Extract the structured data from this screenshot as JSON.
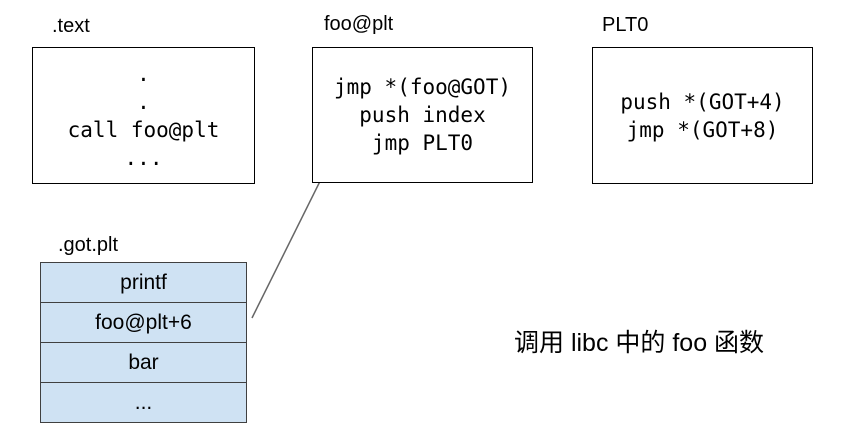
{
  "colors": {
    "background": "#ffffff",
    "box_border": "#000000",
    "table_border": "#404040",
    "table_fill": "#cfe2f3",
    "arrow": "#666666",
    "text": "#000000"
  },
  "sections": {
    "text_section": {
      "label": ".text",
      "lines": [
        ".",
        ".",
        "call foo@plt",
        "..."
      ]
    },
    "foo_plt": {
      "label": "foo@plt",
      "lines": [
        "jmp *(foo@GOT)",
        "push index",
        "jmp PLT0"
      ]
    },
    "plt0": {
      "label": "PLT0",
      "lines": [
        "push *(GOT+4)",
        "jmp *(GOT+8)"
      ]
    },
    "got_plt": {
      "label": ".got.plt",
      "rows": [
        "printf",
        "foo@plt+6",
        "bar",
        "..."
      ]
    }
  },
  "arrow": {
    "from": "got.plt row foo@plt+6",
    "to": "foo@plt box line push index"
  },
  "caption": "调用 libc 中的 foo 函数"
}
